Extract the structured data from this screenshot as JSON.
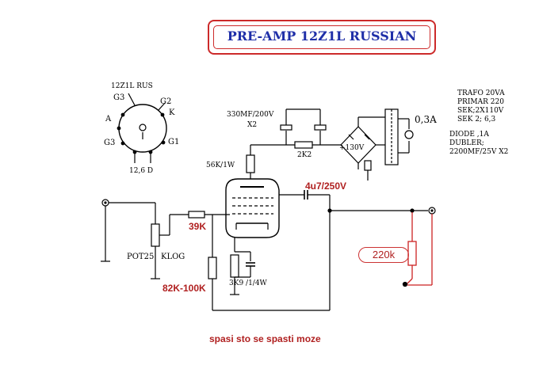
{
  "title": "PRE-AMP 12Z1L RUSSIAN",
  "tube": {
    "name": "12Z1L RUS",
    "pins": [
      "G3",
      "G2",
      "K",
      "A",
      "G3",
      "G1"
    ],
    "heater": "12,6 D"
  },
  "components": {
    "filter_caps": "330MF/200V",
    "filter_caps_count": "X2",
    "r_2k2": "2K2",
    "r_56k": "56K/1W",
    "c_out": "4u7/250V",
    "r_grid": "39K",
    "pot": "POT25",
    "pot_taper": "KLOG",
    "r_grid_leak": "82K-100K",
    "r_cathode": "3K9 /1/4W",
    "r_load": "220k",
    "b_plus": "+130V",
    "ac_out": "0,3A"
  },
  "notes": [
    "TRAFO 20VA",
    "PRIMAR 220",
    "SEK;2X110V",
    "SEK 2; 6,3",
    "DIODE ,1A",
    "DUBLER;",
    "2200MF/25V X2"
  ],
  "footer": "spasi sto se spasti moze",
  "colors": {
    "title": "#1f2fa8",
    "frame": "#cc2a2a",
    "red_label": "#b02020",
    "red_wire": "#cc2222"
  }
}
